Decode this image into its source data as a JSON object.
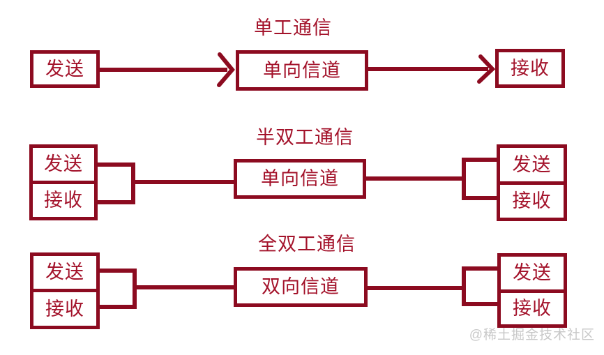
{
  "colors": {
    "line": "#8C0B20",
    "text": "#A3122A",
    "watermark": "#C8C8C8",
    "background": "#FFFFFF"
  },
  "diagram": {
    "rows": [
      {
        "type": "simplex",
        "title": "单工通信",
        "sender_label": "发送",
        "channel_label": "单向信道",
        "receiver_label": "接收"
      },
      {
        "type": "half-duplex",
        "title": "半双工通信",
        "left_station": {
          "top": "发送",
          "bottom": "接收"
        },
        "channel_label": "单向信道",
        "right_station": {
          "top": "发送",
          "bottom": "接收"
        }
      },
      {
        "type": "full-duplex",
        "title": "全双工通信",
        "left_station": {
          "top": "发送",
          "bottom": "接收"
        },
        "channel_label": "双向信道",
        "right_station": {
          "top": "发送",
          "bottom": "接收"
        }
      }
    ]
  },
  "watermark": {
    "text": "@稀土掘金技术社区"
  }
}
